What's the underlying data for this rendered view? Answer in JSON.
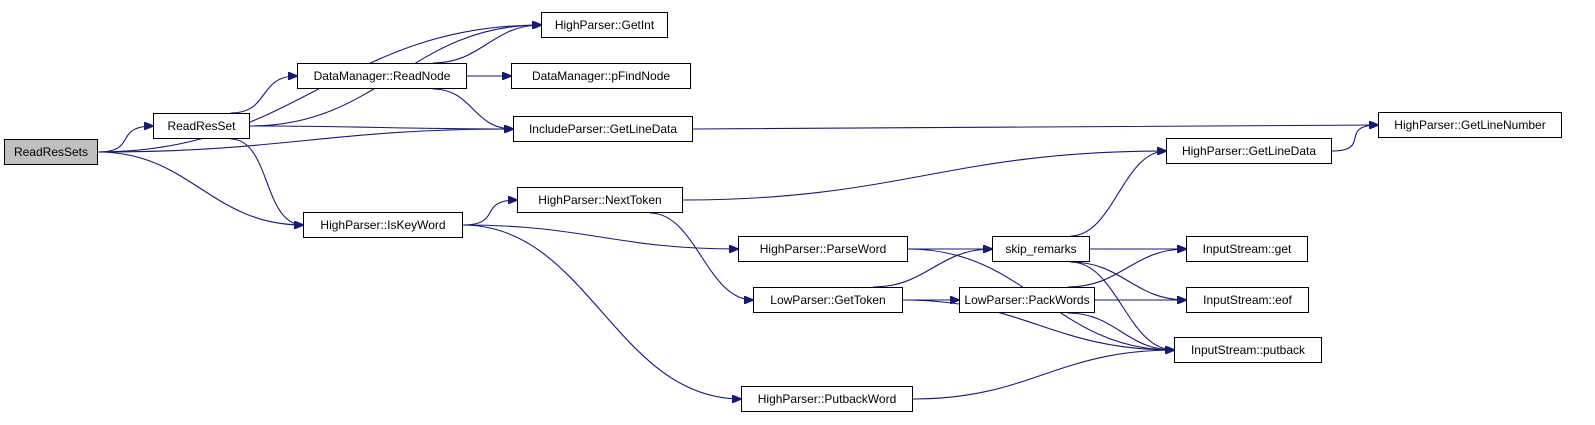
{
  "graph": {
    "title": "",
    "colors": {
      "edge": "#191970",
      "node_border": "#000000",
      "root_fill": "#bfbfbf",
      "node_fill": "#ffffff"
    },
    "nodes": [
      {
        "id": "ReadResSets",
        "label": "ReadResSets",
        "root": true
      },
      {
        "id": "ReadResSet",
        "label": "ReadResSet"
      },
      {
        "id": "GetInt",
        "label": "HighParser::GetInt"
      },
      {
        "id": "ReadNode",
        "label": "DataManager::ReadNode"
      },
      {
        "id": "pFindNode",
        "label": "DataManager::pFindNode"
      },
      {
        "id": "IncGetLineData",
        "label": "IncludeParser::GetLineData"
      },
      {
        "id": "GetLineNumber",
        "label": "HighParser::GetLineNumber"
      },
      {
        "id": "HPGetLineData",
        "label": "HighParser::GetLineData"
      },
      {
        "id": "IsKeyWord",
        "label": "HighParser::IsKeyWord"
      },
      {
        "id": "NextToken",
        "label": "HighParser::NextToken"
      },
      {
        "id": "ParseWord",
        "label": "HighParser::ParseWord"
      },
      {
        "id": "skip_remarks",
        "label": "skip_remarks"
      },
      {
        "id": "ISget",
        "label": "InputStream::get"
      },
      {
        "id": "GetToken",
        "label": "LowParser::GetToken"
      },
      {
        "id": "PackWords",
        "label": "LowParser::PackWords"
      },
      {
        "id": "ISeof",
        "label": "InputStream::eof"
      },
      {
        "id": "ISputback",
        "label": "InputStream::putback"
      },
      {
        "id": "PutbackWord",
        "label": "HighParser::PutbackWord"
      }
    ],
    "edges": [
      {
        "from": "ReadResSets",
        "to": "GetInt"
      },
      {
        "from": "ReadResSets",
        "to": "ReadResSet"
      },
      {
        "from": "ReadResSets",
        "to": "IncGetLineData"
      },
      {
        "from": "ReadResSets",
        "to": "IsKeyWord"
      },
      {
        "from": "ReadResSet",
        "to": "GetInt"
      },
      {
        "from": "ReadResSet",
        "to": "ReadNode"
      },
      {
        "from": "ReadResSet",
        "to": "IncGetLineData"
      },
      {
        "from": "ReadResSet",
        "to": "IsKeyWord"
      },
      {
        "from": "ReadNode",
        "to": "GetInt"
      },
      {
        "from": "ReadNode",
        "to": "pFindNode"
      },
      {
        "from": "ReadNode",
        "to": "IncGetLineData"
      },
      {
        "from": "IncGetLineData",
        "to": "GetLineNumber"
      },
      {
        "from": "HPGetLineData",
        "to": "GetLineNumber"
      },
      {
        "from": "IsKeyWord",
        "to": "NextToken"
      },
      {
        "from": "IsKeyWord",
        "to": "ParseWord"
      },
      {
        "from": "IsKeyWord",
        "to": "PutbackWord"
      },
      {
        "from": "NextToken",
        "to": "HPGetLineData"
      },
      {
        "from": "NextToken",
        "to": "GetToken"
      },
      {
        "from": "ParseWord",
        "to": "ISget"
      },
      {
        "from": "ParseWord",
        "to": "skip_remarks"
      },
      {
        "from": "ParseWord",
        "to": "ISputback"
      },
      {
        "from": "skip_remarks",
        "to": "HPGetLineData"
      },
      {
        "from": "skip_remarks",
        "to": "ISget"
      },
      {
        "from": "skip_remarks",
        "to": "ISeof"
      },
      {
        "from": "skip_remarks",
        "to": "ISputback"
      },
      {
        "from": "GetToken",
        "to": "skip_remarks"
      },
      {
        "from": "GetToken",
        "to": "PackWords"
      },
      {
        "from": "GetToken",
        "to": "ISputback"
      },
      {
        "from": "PackWords",
        "to": "ISget"
      },
      {
        "from": "PackWords",
        "to": "ISeof"
      },
      {
        "from": "PackWords",
        "to": "ISputback"
      },
      {
        "from": "PutbackWord",
        "to": "ISputback"
      }
    ]
  }
}
